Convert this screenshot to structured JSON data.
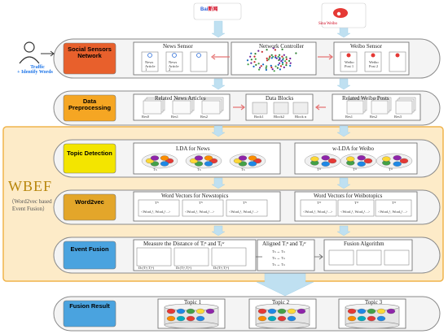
{
  "brands": {
    "baidu_text": "Bai",
    "baidu_suffix": "新闻",
    "weibo_text": "Sina Weibo"
  },
  "user": {
    "caption_line1": "Traffic",
    "caption_line2": "+ Identify Words"
  },
  "wbef": {
    "title": "WBEF",
    "subtitle": "（Word2vec based Event Fusion）"
  },
  "stages": [
    {
      "label": "Social Sensors Network",
      "color": "#e8602c"
    },
    {
      "label": "Data Preprocessing",
      "color": "#f5a623"
    },
    {
      "label": "Topic Detection",
      "color": "#f3e500"
    },
    {
      "label": "Word2vec",
      "color": "#e3a62a"
    },
    {
      "label": "Event Fusion",
      "color": "#4aa3df"
    },
    {
      "label": "Fusion Result",
      "color": "#4aa3df"
    }
  ],
  "row1": {
    "news_sensor": "News Sensor",
    "network_controller": "Network Controller",
    "weibo_sensor": "Weibo Sensor",
    "news_items": [
      "News Article 1",
      "News Article 2"
    ],
    "weibo_items": [
      "Weibo Post 1",
      "Weibo Post 2"
    ]
  },
  "row2": {
    "related_news": "Related News Articles",
    "data_blocks": "Data Blocks",
    "related_weibo": "Related Weibo Posts",
    "news_labels": [
      "Res0",
      "Res1",
      "Res2"
    ],
    "block_labels": [
      "Bock1",
      "Block2",
      "Block n"
    ],
    "weibo_labels": [
      "Res1",
      "Res2",
      "Res3"
    ]
  },
  "row3": {
    "lda_news": "LDA for News",
    "wlda_weibo": "w-LDA for Weibo",
    "news_topics": [
      "Tₙ",
      "Tₙ",
      "Tₙ"
    ],
    "weibo_topics": [
      "Tᵂ",
      "Tᵂ",
      "Tᵂ"
    ]
  },
  "row4": {
    "vec_news": "Word Vectors for Newstopics",
    "vec_weibo": "Word Vectors for Weibotopics",
    "news_heads": [
      "Tᴺ",
      "Tᴺ",
      "Tᴺ"
    ],
    "weibo_heads": [
      "Tᵂ",
      "Tᵂ",
      "Tᵂ"
    ],
    "vector_text": "<Word₁¹, Word₂¹...>"
  },
  "row5": {
    "measure": "Measure the Distance of Tᵢⁿ and Tⱼʷ",
    "aligned": "Aligned Tᵢⁿ and Tⱼʷ",
    "fusion_alg": "Fusion Algorithm",
    "dist_labels": [
      "Dₜ(Tᵢⁿ,Tⱼʷ)",
      "Dₜ(Tᵢⁿ,Tⱼʷ)",
      "Dₜ(Tᵢⁿ,Tⱼʷ)"
    ],
    "aligned_rows": [
      "Tₙ ↔ Tₙ",
      "Tₙ ↔ Tₙ",
      "Tₙ ↔ Tₙ"
    ]
  },
  "row6": {
    "topics": [
      "Topic 1",
      "Topic 2",
      "Topic 3"
    ]
  },
  "colors": {
    "stage_box_fill": "#f4f4f4",
    "stage_box_stroke": "#8a8a8a",
    "wbef_fill": "#fdebc8",
    "wbef_stroke": "#f0b44c",
    "arrow": "#bfe0f1",
    "cylinder": "#e5e5e5"
  }
}
